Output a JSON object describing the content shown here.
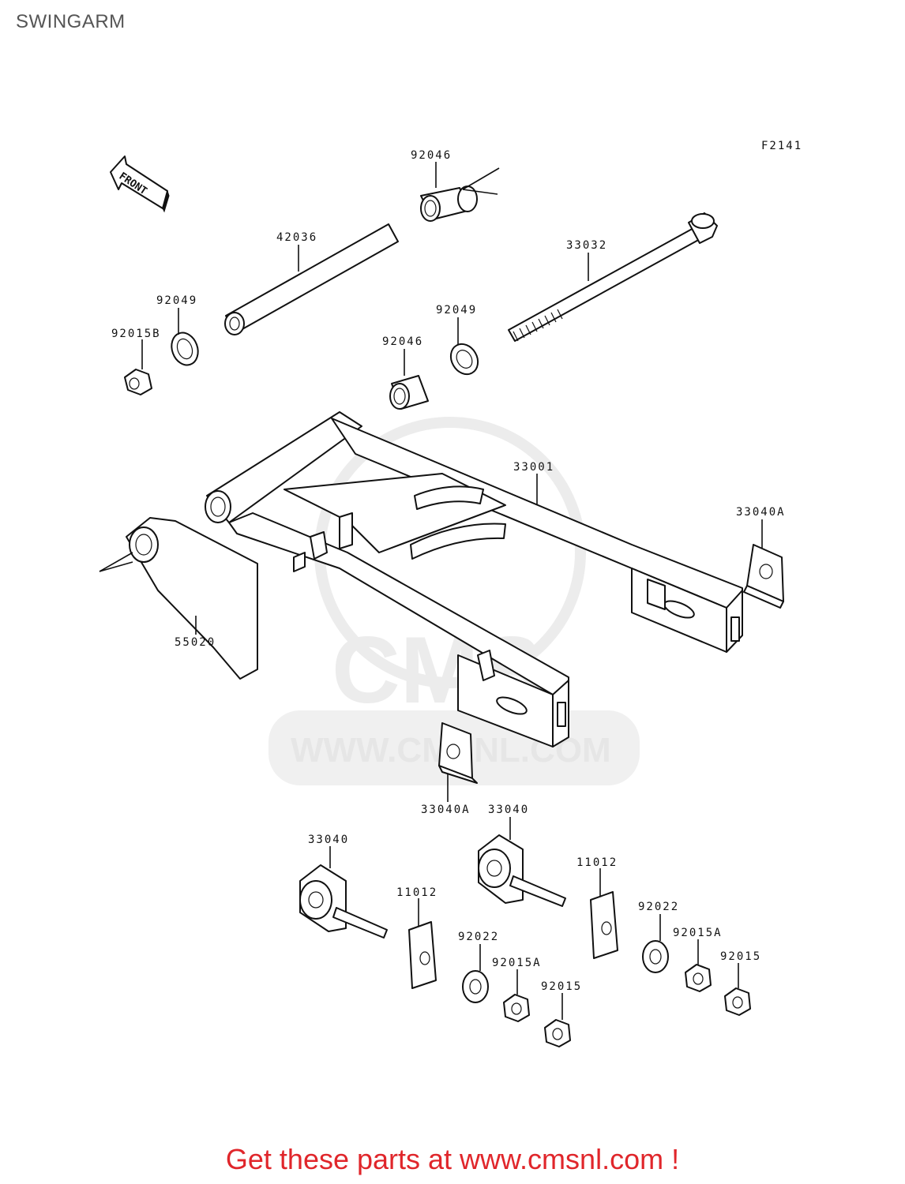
{
  "title": "SWINGARM",
  "figure_code": "F2141",
  "front_label": "FRONT",
  "watermark": {
    "brand": "CMS",
    "url": "WWW.CMSNL.COM"
  },
  "cta": "Get these parts at www.cmsnl.com !",
  "colors": {
    "cta": "#e0262b",
    "title": "#555555",
    "line": "#111111",
    "watermark": "#e6e6e6"
  },
  "callouts": {
    "p92046_top": "92046",
    "p42036": "42036",
    "p33032": "33032",
    "p92049_left": "92049",
    "p92015B": "92015B",
    "p92049_right": "92049",
    "p92046_mid": "92046",
    "p33001": "33001",
    "p33040A_right": "33040A",
    "p55020": "55020",
    "p33040A_bottom": "33040A",
    "p33040_right": "33040",
    "p33040_left": "33040",
    "p11012_right": "11012",
    "p11012_left": "11012",
    "p92022_right": "92022",
    "p92015A_right": "92015A",
    "p92015_right": "92015",
    "p92022_left": "92022",
    "p92015A_left": "92015A",
    "p92015_left": "92015"
  }
}
